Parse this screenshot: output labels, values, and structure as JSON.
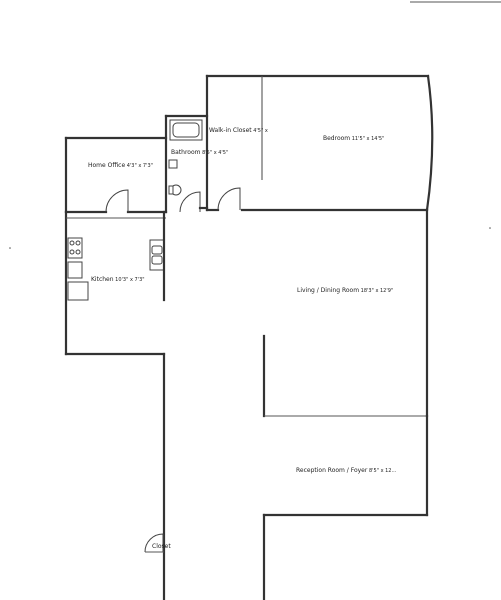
{
  "rooms": {
    "home_office": {
      "name": "Home Office",
      "dims": "4'3\" x 7'3\""
    },
    "bathroom": {
      "name": "Bathroom",
      "dims": "8'5\" x 4'5\""
    },
    "walkin_closet": {
      "name": "Walk-in Closet",
      "dims": "4'5\" x"
    },
    "bedroom": {
      "name": "Bedroom",
      "dims": "11'5\" x 14'5\""
    },
    "kitchen": {
      "name": "Kitchen",
      "dims": "10'3\" x 7'3\""
    },
    "living_dining": {
      "name": "Living / Dining Room",
      "dims": "18'3\" x 12'9\""
    },
    "reception": {
      "name": "Reception Room / Foyer",
      "dims": "8'5\" x 12..."
    },
    "closet": {
      "name": "Closet"
    }
  },
  "colors": {
    "wall": "#333333",
    "background": "#ffffff"
  }
}
